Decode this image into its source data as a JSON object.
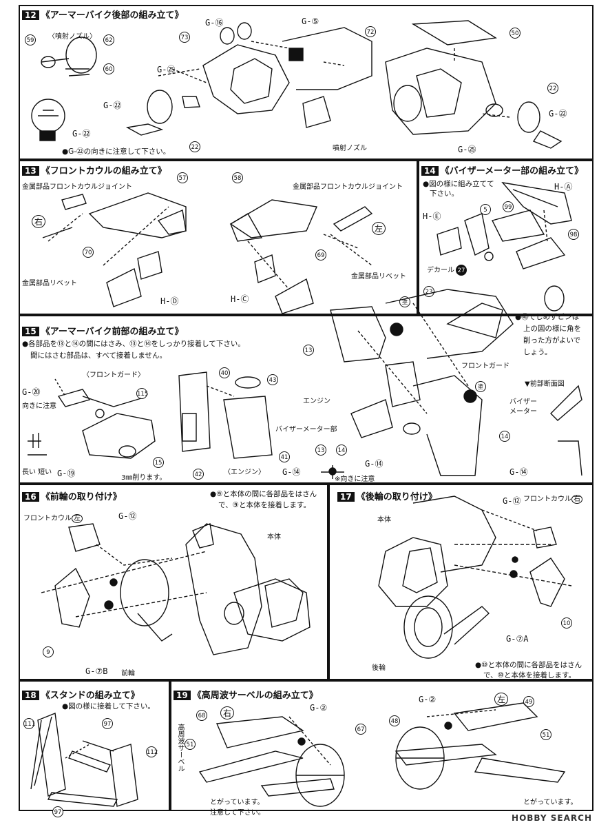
{
  "sections": {
    "s12": {
      "num": "12",
      "title": "《アーマーバイク後部の組み立て》",
      "label_nozzle_top": "〈噴射ノズル〉",
      "label_nozzle_bottom": "噴射ノズル",
      "note": "●G-㉒の向きに注意して下さい。"
    },
    "s13": {
      "num": "13",
      "title": "《フロントカウルの組み立て》",
      "joint_left": "金属部品フロントカウルジョイント",
      "joint_right": "金属部品フロントカウルジョイント",
      "rivet_left": "金属部品リベット",
      "rivet_right": "金属部品リベット",
      "right_mark": "右",
      "left_mark": "左"
    },
    "s14": {
      "num": "14",
      "title": "《バイザーメーター部の組み立て》",
      "note1": "●図の様に組み立てて",
      "note2": "下さい。",
      "decal": "デカール"
    },
    "s15": {
      "num": "15",
      "title": "《アーマーバイク前部の組み立て》",
      "note1": "●各部品を⑬と⑭の間にはさみ、⑬と⑭をしっかり接着して下さい。",
      "note2": "間にはさむ部品は、すべて接着しません。",
      "front_guard_top": "〈フロントガード〉",
      "direction": "向きに注意",
      "long_short": "長い 短い",
      "shave": "3㎜削ります。",
      "engine_label": "〈エンジン〉",
      "front_guard": "フロントガード",
      "engine": "エンジン",
      "visor_part": "バイザーメーター部",
      "dir_note": "※向きに注意",
      "pin_note1": "●㊵でしめずピンは",
      "pin_note2": "上の図の様に角を",
      "pin_note3": "削った方がよいで",
      "pin_note4": "しょう。",
      "cross_section": "▼前部断面図",
      "visor_meter1": "バイザー",
      "visor_meter2": "メーター",
      "paint": "塗"
    },
    "s16": {
      "num": "16",
      "title": "《前輪の取り付け》",
      "note1": "●⑨と本体の間に各部品をはさん",
      "note2": "で、⑨と本体を接着します。",
      "front_cowl": "フロントカウル",
      "left": "左",
      "body": "本体",
      "front_wheel": "前輪"
    },
    "s17": {
      "num": "17",
      "title": "《後輪の取り付け》",
      "front_cowl": "フロントカウル",
      "right": "右",
      "body": "本体",
      "rear_wheel": "後輪",
      "note1": "●⑩と本体の間に各部品をはさん",
      "note2": "で、⑩と本体を接着します。"
    },
    "s18": {
      "num": "18",
      "title": "《スタンドの組み立て》",
      "note": "●図の様に接着して下さい。"
    },
    "s19": {
      "num": "19",
      "title": "《高周波サーベルの組み立て》",
      "right": "右",
      "left": "左",
      "saber_v": "高周波サーベル",
      "note1": "とがっています。",
      "note2": "注意して下さい。",
      "note3": "とがっています。"
    }
  },
  "g_labels": {
    "g16": "G-⑯",
    "g5": "G-⑤",
    "g25a": "G-㉕",
    "g22a": "G-㉒",
    "g22b": "G-㉒",
    "g22c": "G-㉒",
    "g25b": "G-㉕",
    "hE": "H-Ⓔ",
    "hA": "H-Ⓐ",
    "hD": "H-Ⓓ",
    "hC": "H-Ⓒ",
    "g20": "G-⑳",
    "g19": "G-⑲",
    "g14a": "G-⑭",
    "g14b": "G-⑭",
    "g14c": "G-⑭",
    "g12a": "G-⑫",
    "g7B": "G-⑦B",
    "g12b": "G-⑫",
    "g7A": "G-⑦A",
    "g2a": "G-②",
    "g2b": "G-②"
  },
  "part_nums": {
    "p59": "59",
    "p62": "62",
    "p60": "60",
    "p73": "73",
    "p72": "72",
    "p22a": "22",
    "p50": "50",
    "p22b": "22",
    "p57": "57",
    "p58": "58",
    "p70": "70",
    "p69": "69",
    "p5": "5",
    "p99": "99",
    "p98": "98",
    "p27": "27",
    "p23": "23",
    "p13": "13",
    "p14": "14",
    "p15": "15",
    "p115": "115",
    "p40": "40",
    "p43": "43",
    "p41": "41",
    "p42": "42",
    "p13b": "13",
    "p14b": "14",
    "p9": "9",
    "p10": "10",
    "p111": "111",
    "p97a": "97",
    "p112": "112",
    "p97b": "97",
    "p68": "68",
    "p51a": "51",
    "p67": "67",
    "p48": "48",
    "p49": "49",
    "p51b": "51"
  },
  "watermark": "HOBBY SEARCH"
}
